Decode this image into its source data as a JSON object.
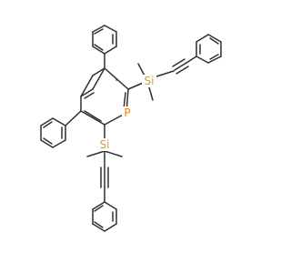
{
  "molecule": {
    "atom_labels": {
      "phosphorus": "P",
      "silicon_top": "Si",
      "silicon_bottom": "Si"
    },
    "colors": {
      "bond": "#303030",
      "phosphorus": "#FF8000",
      "silicon": "#C8A040"
    }
  }
}
